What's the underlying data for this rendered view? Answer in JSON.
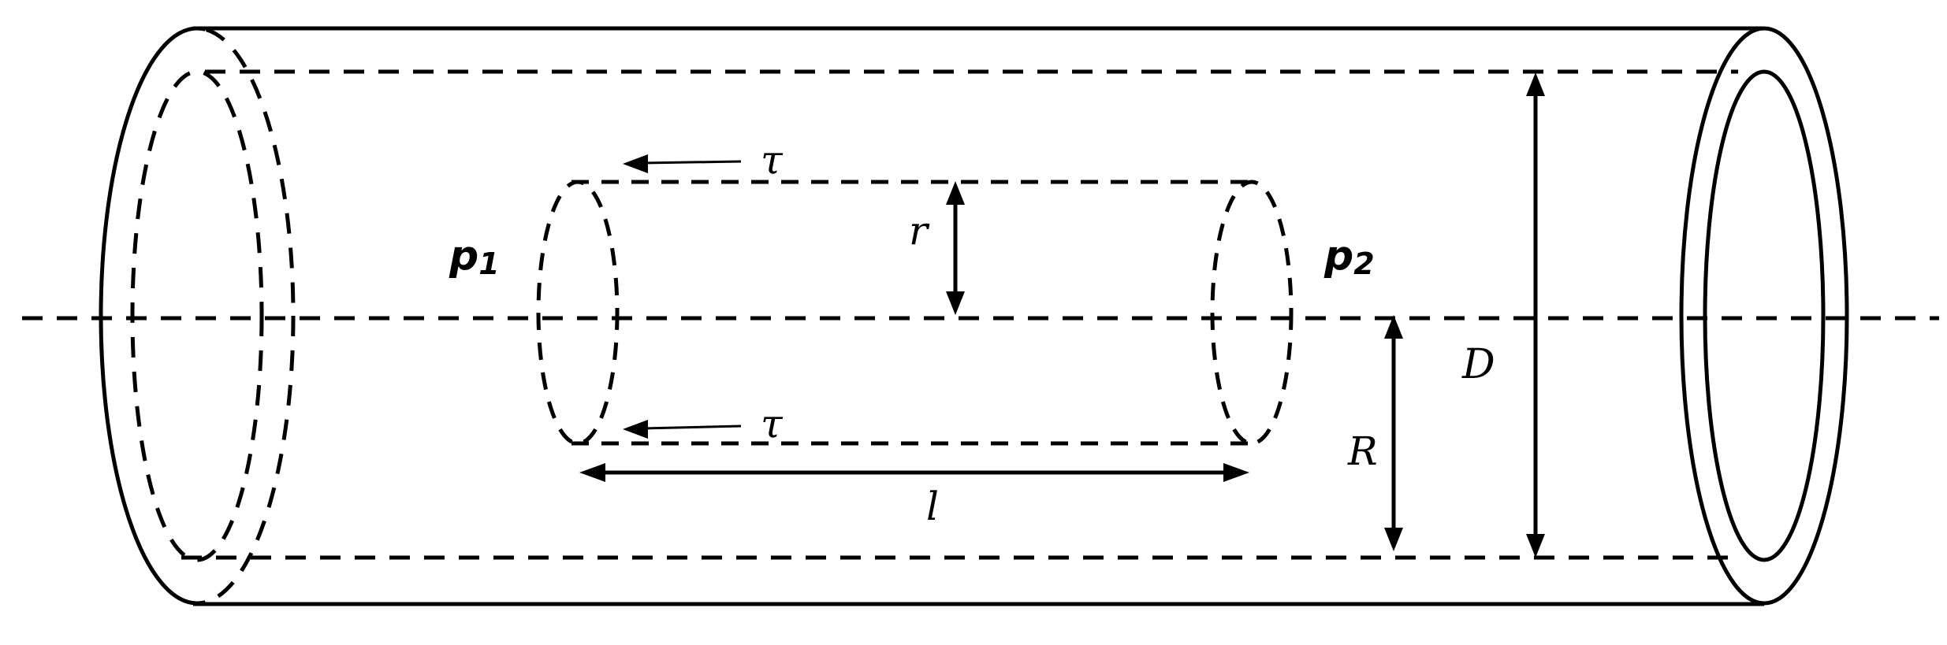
{
  "labels": {
    "tau_top": "τ",
    "tau_bottom": "τ",
    "r": "r",
    "R": "R",
    "D": "D",
    "l": "l",
    "p1_base": "p",
    "p1_sub": "1",
    "p2_base": "p",
    "p2_sub": "2"
  }
}
